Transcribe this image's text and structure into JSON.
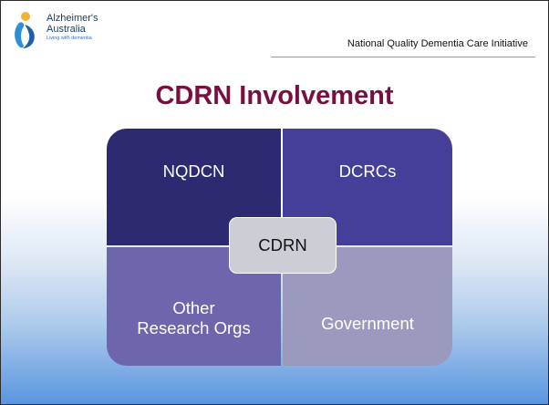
{
  "header": {
    "logo": {
      "name_line1": "Alzheimer's",
      "name_line2": "Australia",
      "tagline": "Living with dementia"
    },
    "initiative_title": "National Quality Dementia Care Initiative"
  },
  "slide": {
    "title": "CDRN Involvement"
  },
  "diagram": {
    "quadrants": [
      {
        "label": "NQDCN",
        "color": "#2e2a72"
      },
      {
        "label": "DCRCs",
        "color": "#463f99"
      },
      {
        "label_lines": [
          "Other",
          "Research Orgs"
        ],
        "color": "#6e66ac"
      },
      {
        "label": "Government",
        "color": "#9b99bd"
      }
    ],
    "center": {
      "label": "CDRN",
      "color": "#cdcdd6"
    }
  },
  "colors": {
    "title": "#7a0f3f",
    "logo_blue": "#1d3d6b",
    "logo_light": "#2f8fd6"
  }
}
